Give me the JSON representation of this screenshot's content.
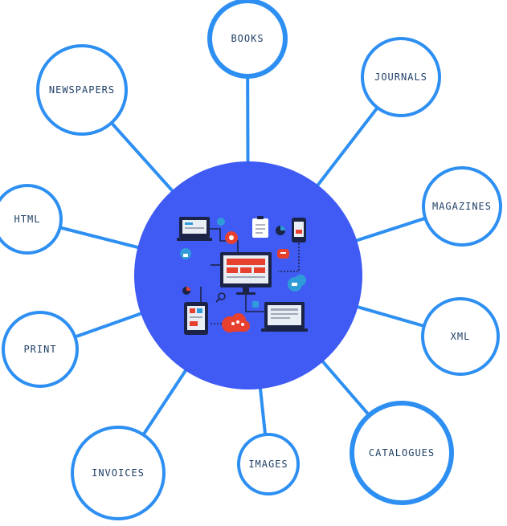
{
  "diagram": {
    "colors": {
      "spoke": "#2e8ff2",
      "node_stroke": "#2e8ff2",
      "node_fill": "#ffffff",
      "hub_fill": "#3f5bf4",
      "label": "#1f3f66",
      "device_dark": "#1b2447",
      "device_screen": "#e9eef5",
      "accent_red": "#e8402f",
      "accent_blue": "#2f9cd9"
    },
    "hub": {
      "icon": "connected-devices-illustration"
    },
    "nodes": [
      {
        "id": "books",
        "label": "BOOKS"
      },
      {
        "id": "journals",
        "label": "JOURNALS"
      },
      {
        "id": "newspapers",
        "label": "NEWSPAPERS"
      },
      {
        "id": "magazines",
        "label": "MAGAZINES"
      },
      {
        "id": "html",
        "label": "HTML"
      },
      {
        "id": "xml",
        "label": "XML"
      },
      {
        "id": "print",
        "label": "PRINT"
      },
      {
        "id": "catalogues",
        "label": "CATALOGUES"
      },
      {
        "id": "invoices",
        "label": "INVOICES"
      },
      {
        "id": "images",
        "label": "IMAGES"
      }
    ]
  }
}
